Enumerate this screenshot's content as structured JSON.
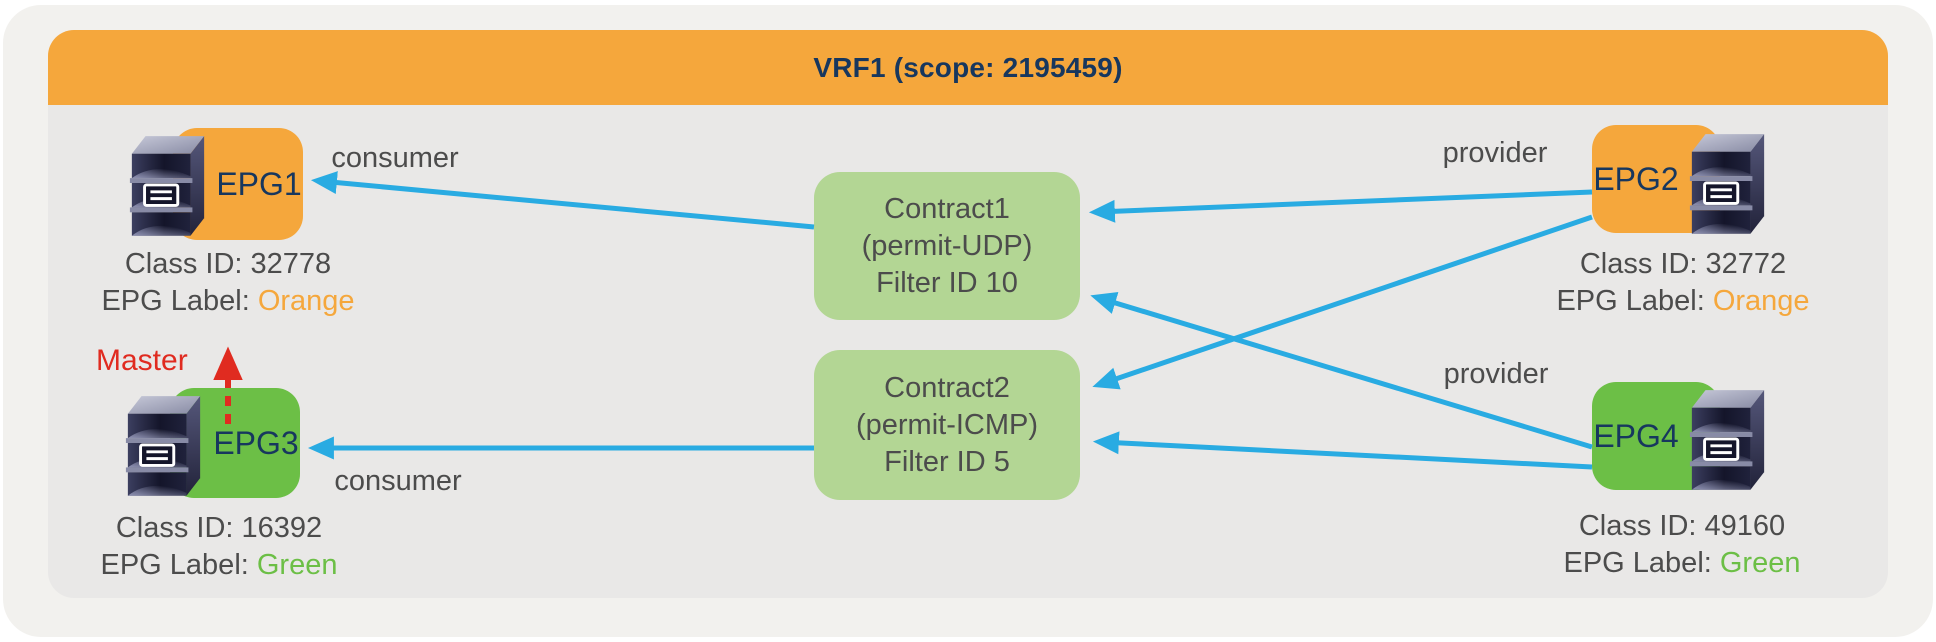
{
  "header": {
    "title": "VRF1 (scope: 2195459)"
  },
  "epgs": [
    {
      "name": "EPG1",
      "class_id": "Class ID: 32778",
      "label_prefix": "EPG Label: ",
      "label_value": "Orange",
      "color": "#f5a73c"
    },
    {
      "name": "EPG2",
      "class_id": "Class ID: 32772",
      "label_prefix": "EPG Label: ",
      "label_value": "Orange",
      "color": "#f5a73c"
    },
    {
      "name": "EPG3",
      "class_id": "Class ID: 16392",
      "label_prefix": "EPG Label: ",
      "label_value": "Green",
      "color": "#6cbf46"
    },
    {
      "name": "EPG4",
      "class_id": "Class ID: 49160",
      "label_prefix": "EPG Label: ",
      "label_value": "Green",
      "color": "#6cbf46"
    }
  ],
  "contracts": [
    {
      "name": "Contract1",
      "permit": "(permit-UDP)",
      "filter": "Filter ID 10"
    },
    {
      "name": "Contract2",
      "permit": "(permit-ICMP)",
      "filter": "Filter ID 5"
    }
  ],
  "edge_labels": {
    "consumer_top": "consumer",
    "consumer_bottom": "consumer",
    "provider_top": "provider",
    "provider_bottom": "provider",
    "master": "Master"
  },
  "relations": [
    "EPG1 consumes Contract1",
    "EPG3 consumes Contract2",
    "EPG2 provides Contract1",
    "EPG2 provides Contract2",
    "EPG4 provides Contract1",
    "EPG4 provides Contract2",
    "EPG3 has Master EPG"
  ],
  "colors": {
    "header_bar": "#f5a73c",
    "epg_orange": "#f5a73c",
    "epg_green": "#6cbf46",
    "contract_green": "#b3d694",
    "arrow_blue": "#29abe2",
    "master_red": "#e02b20",
    "title_navy": "#17375e",
    "text_gray": "#4c4c4c",
    "panel_gray": "#e9e8e7"
  }
}
